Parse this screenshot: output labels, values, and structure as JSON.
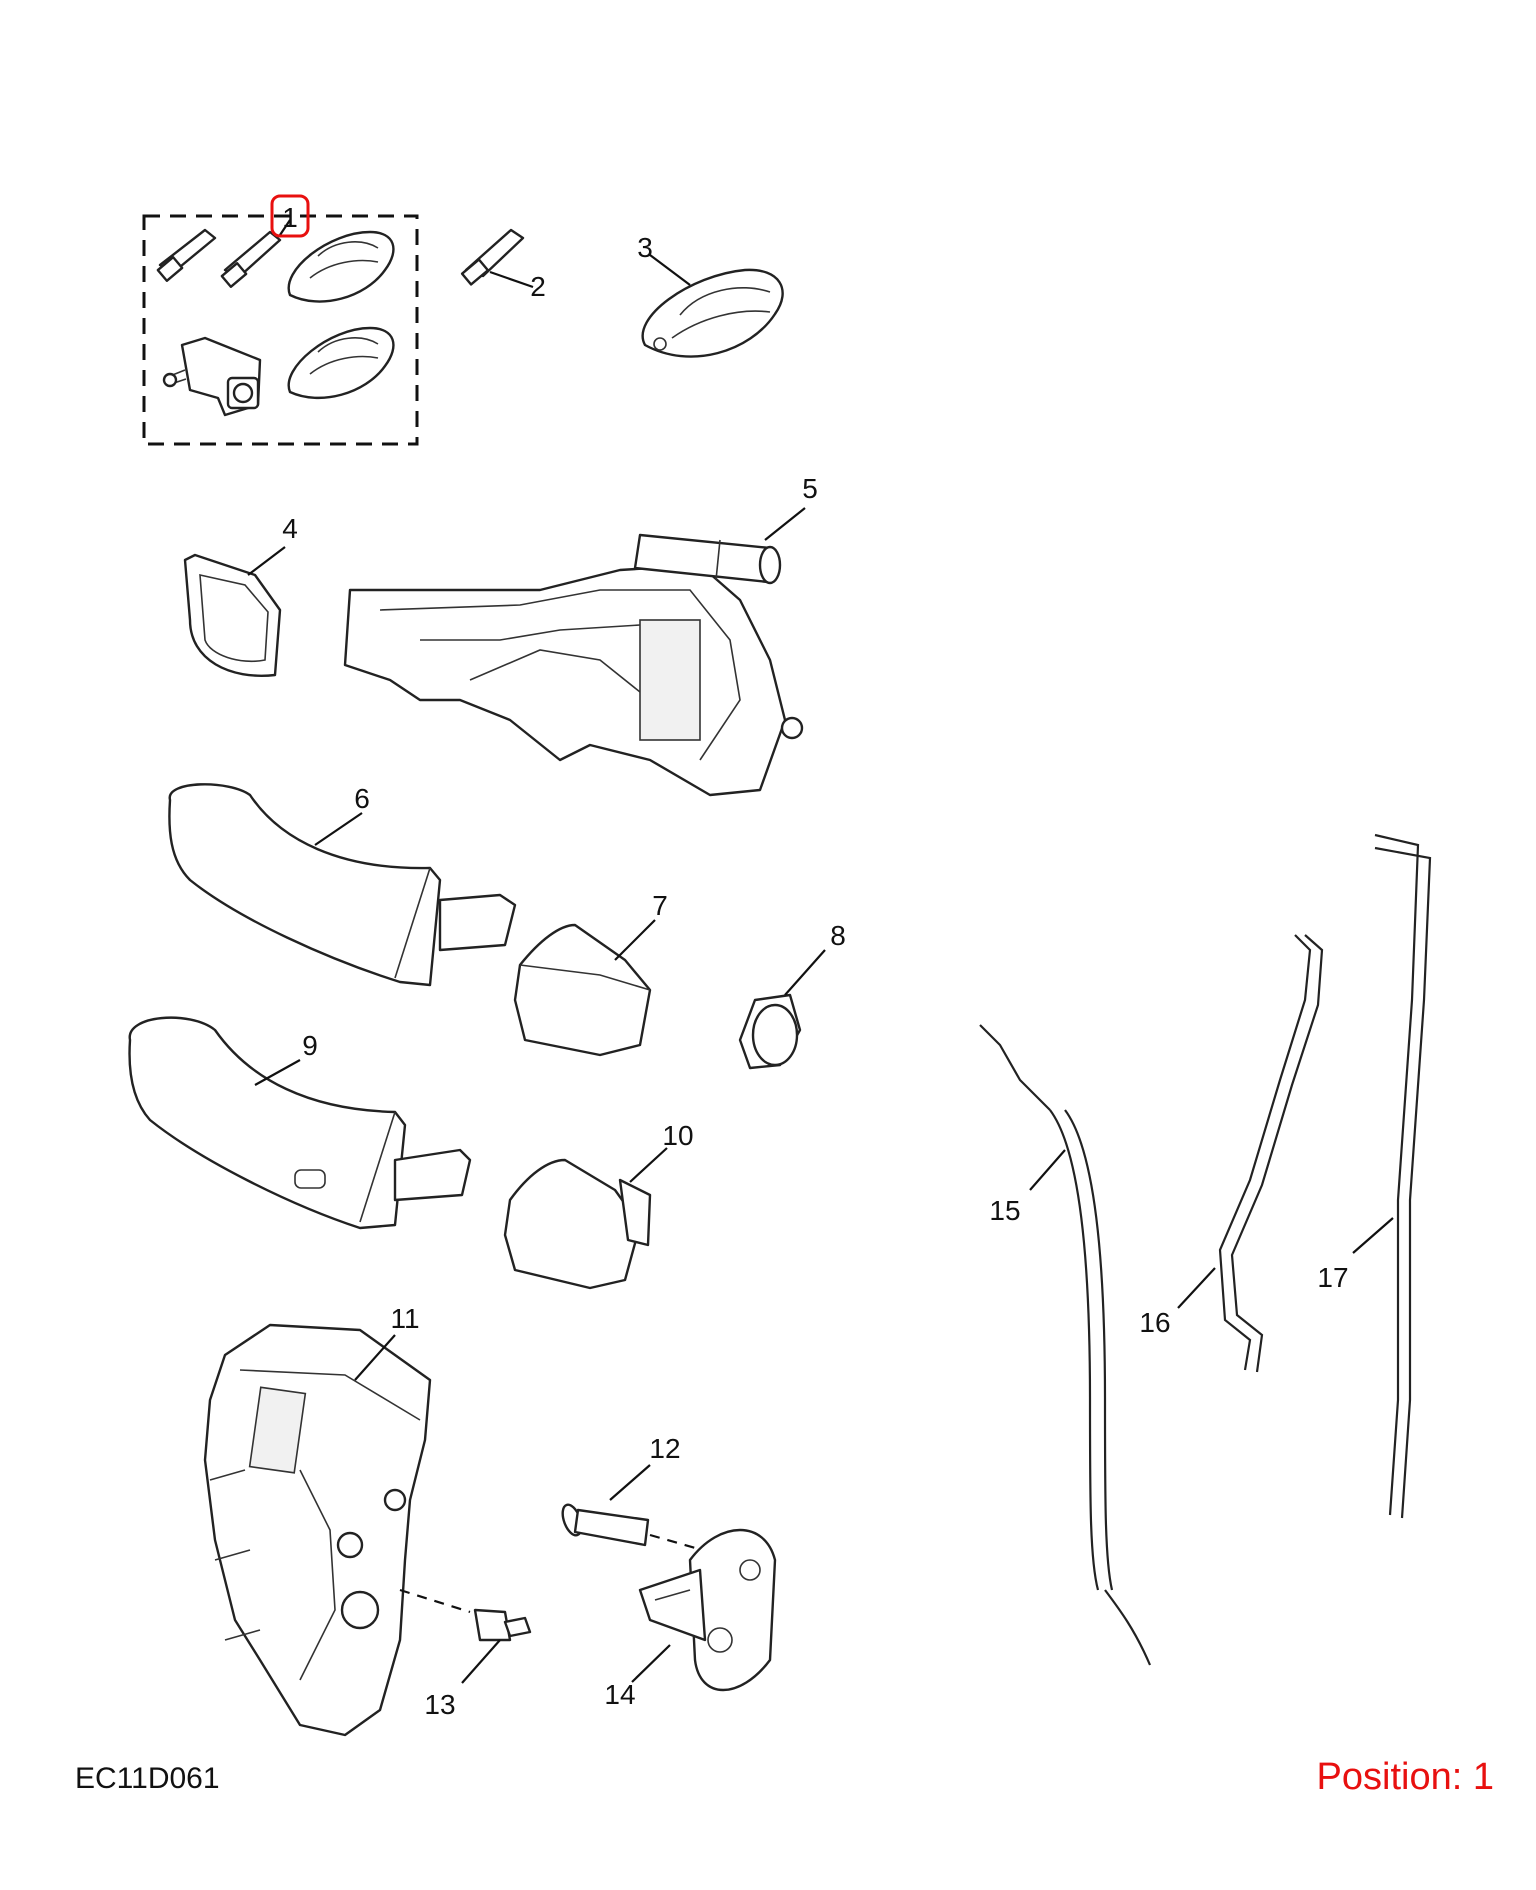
{
  "figure_id": "EC11D061",
  "position_label": "Position: 1",
  "highlight_color": "#e8100f",
  "callouts": [
    "1",
    "2",
    "3",
    "4",
    "5",
    "6",
    "7",
    "8",
    "9",
    "10",
    "11",
    "12",
    "13",
    "14",
    "15",
    "16",
    "17"
  ],
  "highlighted_callout": "1"
}
